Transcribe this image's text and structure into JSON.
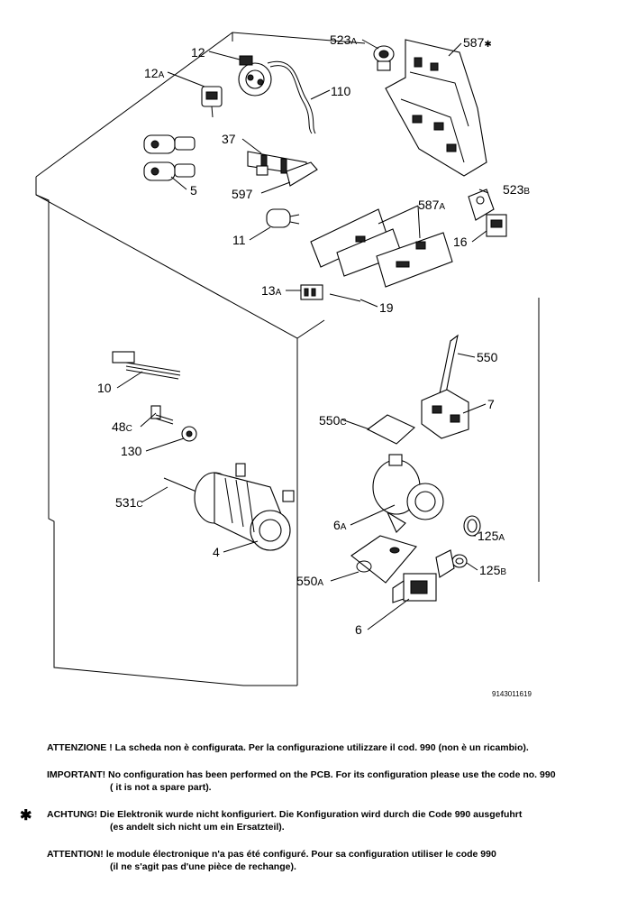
{
  "parts": [
    {
      "id": "12",
      "label": "12",
      "suffix": ""
    },
    {
      "id": "12a",
      "label": "12",
      "suffix": "A"
    },
    {
      "id": "110",
      "label": "110",
      "suffix": ""
    },
    {
      "id": "523a",
      "label": "523",
      "suffix": "A"
    },
    {
      "id": "587",
      "label": "587",
      "suffix": "✱"
    },
    {
      "id": "5",
      "label": "5",
      "suffix": ""
    },
    {
      "id": "37",
      "label": "37",
      "suffix": ""
    },
    {
      "id": "597",
      "label": "597",
      "suffix": ""
    },
    {
      "id": "523b",
      "label": "523",
      "suffix": "B"
    },
    {
      "id": "587a",
      "label": "587",
      "suffix": "A"
    },
    {
      "id": "11",
      "label": "11",
      "suffix": ""
    },
    {
      "id": "16",
      "label": "16",
      "suffix": ""
    },
    {
      "id": "13a",
      "label": "13",
      "suffix": "A"
    },
    {
      "id": "19",
      "label": "19",
      "suffix": ""
    },
    {
      "id": "550",
      "label": "550",
      "suffix": ""
    },
    {
      "id": "10",
      "label": "10",
      "suffix": ""
    },
    {
      "id": "7",
      "label": "7",
      "suffix": ""
    },
    {
      "id": "48c",
      "label": "48",
      "suffix": "C"
    },
    {
      "id": "550c",
      "label": "550",
      "suffix": "C"
    },
    {
      "id": "130",
      "label": "130",
      "suffix": ""
    },
    {
      "id": "531c",
      "label": "531",
      "suffix": "C"
    },
    {
      "id": "6a",
      "label": "6",
      "suffix": "A"
    },
    {
      "id": "125a",
      "label": "125",
      "suffix": "A"
    },
    {
      "id": "4",
      "label": "4",
      "suffix": ""
    },
    {
      "id": "125b",
      "label": "125",
      "suffix": "B"
    },
    {
      "id": "550a",
      "label": "550",
      "suffix": "A"
    },
    {
      "id": "6",
      "label": "6",
      "suffix": ""
    }
  ],
  "drawing_code": "9143011619",
  "notes": {
    "it": {
      "line1": "ATTENZIONE ! La scheda non è configurata. Per la configurazione utilizzare il cod. 990 (non è un ricambio).",
      "line2": ""
    },
    "en": {
      "line1": "IMPORTANT! No configuration has been performed on the PCB. For its configuration please use the code no. 990",
      "line2": "( it is not a spare part)."
    },
    "de": {
      "star": "✱",
      "line1": "ACHTUNG! Die Elektronik wurde nicht konfiguriert. Die Konfiguration wird durch die Code 990 ausgefuhrt",
      "line2": "(es andelt sich nicht um ein Ersatzteil)."
    },
    "fr": {
      "line1": "ATTENTION! le module électronique n'a pas été configuré. Pour  sa configuration utiliser le code 990",
      "line2": "(il ne s'agit pas d'une pièce de rechange)."
    }
  }
}
